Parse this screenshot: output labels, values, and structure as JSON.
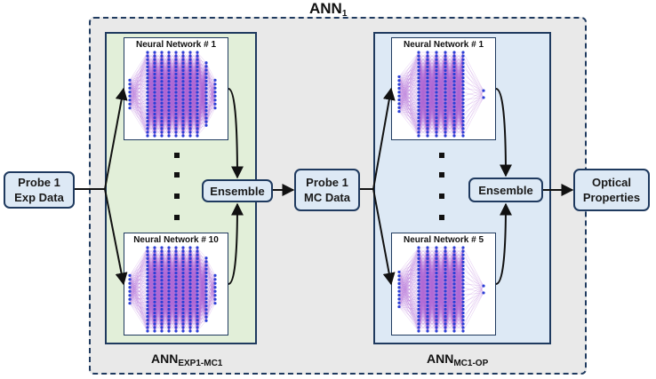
{
  "diagram": {
    "outer_title": {
      "main": "ANN",
      "sub": "1"
    },
    "left_panel_title": {
      "main": "ANN",
      "sub": "EXP1-MC1"
    },
    "right_panel_title": {
      "main": "ANN",
      "sub": "MC1-OP"
    },
    "input_box": {
      "line1": "Probe 1",
      "line2": "Exp Data"
    },
    "middle_box": {
      "line1": "Probe 1",
      "line2": "MC Data"
    },
    "output_box": {
      "line1": "Optical",
      "line2": "Properties"
    },
    "left_ensemble": "Ensemble",
    "right_ensemble": "Ensemble",
    "left_networks": {
      "first": "Neural Network # 1",
      "last": "Neural Network # 10"
    },
    "right_networks": {
      "first": "Neural Network # 1",
      "last": "Neural Network # 5"
    },
    "colors": {
      "border": "#1f3a5f",
      "green_panel": "#e2efd9",
      "blue_panel": "#dde9f5",
      "outer_panel": "#e9e9e9",
      "node": "#2a3fd6",
      "edge": "#b06ad6"
    }
  }
}
